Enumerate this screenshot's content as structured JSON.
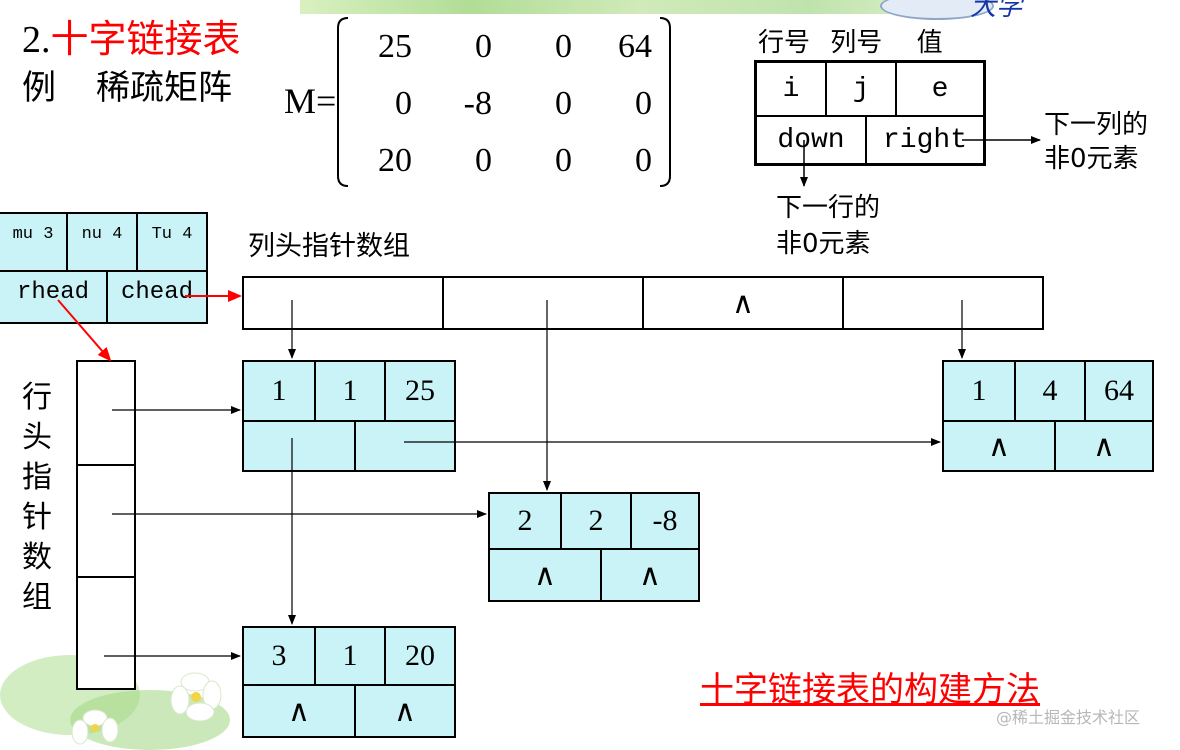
{
  "title": {
    "number": "2.",
    "main": "十字链接表"
  },
  "example": {
    "label": "例",
    "name": "稀疏矩阵"
  },
  "matrix": {
    "label": "M=",
    "rows": [
      [
        "25",
        "0",
        "0",
        "64"
      ],
      [
        "0",
        "-8",
        "0",
        "0"
      ],
      [
        "20",
        "0",
        "0",
        "0"
      ]
    ]
  },
  "node_legend": {
    "headers": [
      "行号",
      "列号",
      "值"
    ],
    "fields_top": [
      "i",
      "j",
      "e"
    ],
    "fields_bottom": [
      "down",
      "right"
    ],
    "right_note": [
      "下一列的",
      "非0元素"
    ],
    "down_note": [
      "下一行的",
      "非0元素"
    ]
  },
  "header_block": {
    "cells_top": [
      "mu 3",
      "nu 4",
      "Tu 4"
    ],
    "cells_bottom": [
      "rhead",
      "chead"
    ]
  },
  "col_head_label": "列头指针数组",
  "row_head_label": [
    "行",
    "头",
    "指",
    "针",
    "数",
    "组"
  ],
  "null_symbol": "∧",
  "nodes": [
    {
      "i": "1",
      "j": "1",
      "e": "25"
    },
    {
      "i": "1",
      "j": "4",
      "e": "64"
    },
    {
      "i": "2",
      "j": "2",
      "e": "-8"
    },
    {
      "i": "3",
      "j": "1",
      "e": "20"
    }
  ],
  "caption": "十字链接表的构建方法",
  "watermark": "@稀土掘金技术社区",
  "colors": {
    "node_fill": "#c9f3f6",
    "accent_red": "#ff0000",
    "arrow": "#000000"
  }
}
